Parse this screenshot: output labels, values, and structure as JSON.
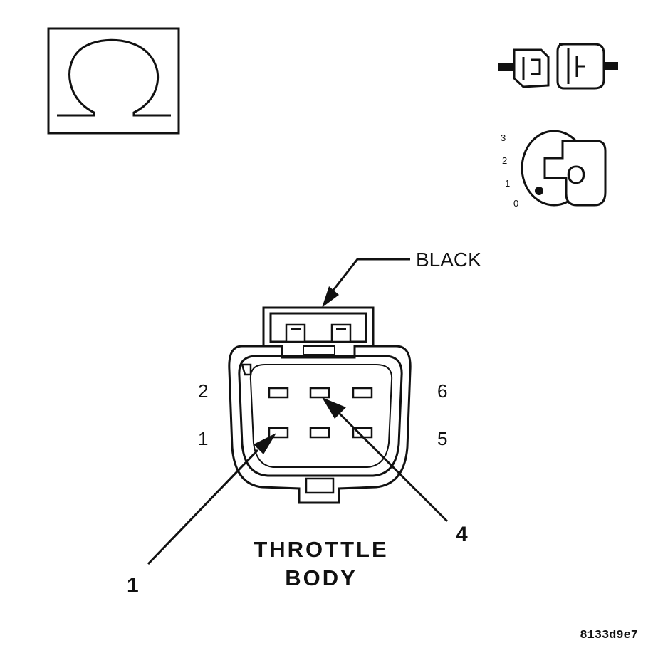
{
  "diagram": {
    "wire_color_label": "BLACK",
    "connector_title_line1": "THROTTLE",
    "connector_title_line2": "BODY",
    "pin_labels": {
      "top_left": "2",
      "bottom_left": "1",
      "top_right": "6",
      "bottom_right": "5"
    },
    "callouts": {
      "pin_1": "1",
      "pin_4": "4"
    },
    "ignition_positions": [
      "3",
      "2",
      "1",
      "0"
    ],
    "ignition_key_label": "O",
    "figure_code": "8133d9e7",
    "icons": [
      "ohm-meter-icon",
      "disconnected-connector-icon",
      "ignition-key-off-icon",
      "connector-face-icon"
    ]
  }
}
